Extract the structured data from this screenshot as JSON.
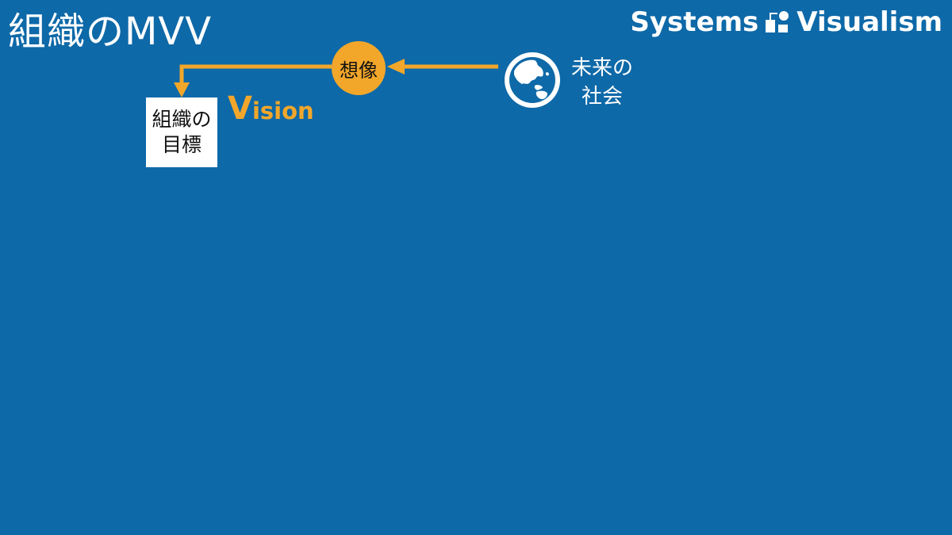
{
  "title": "組織のMVV",
  "brand": {
    "name": "Systems",
    "name2": "Visualism",
    "logo_icon": "systems-visualism-logo-icon"
  },
  "diagram": {
    "goal": {
      "line1": "組織の",
      "line2": "目標"
    },
    "process": {
      "label": "想像"
    },
    "society": {
      "line1": "未来の",
      "line2": "社会",
      "icon": "globe-icon"
    },
    "vision": {
      "cap": "V",
      "rest": "ision"
    }
  },
  "colors": {
    "background": "#0e69a8",
    "accent": "#f2a72a",
    "text_light": "#ffffff",
    "text_dark": "#111111"
  }
}
